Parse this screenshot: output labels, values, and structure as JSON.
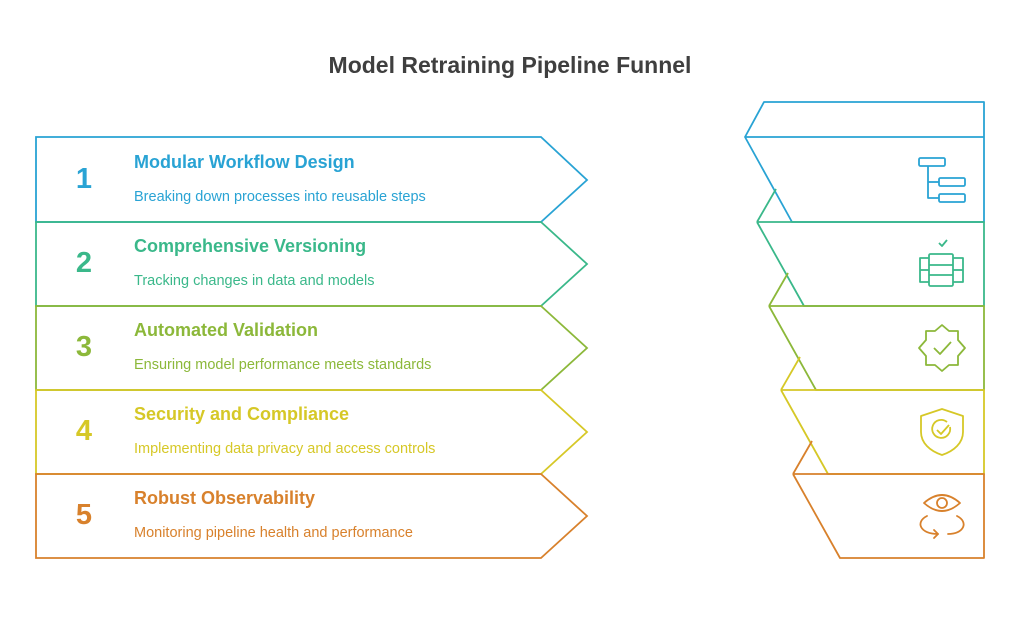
{
  "title": "Model Retraining Pipeline Funnel",
  "steps": [
    {
      "number": "1",
      "title": "Modular Workflow Design",
      "description": "Breaking down processes into reusable steps",
      "color": "#29a3d4",
      "icon": "workflow-icon"
    },
    {
      "number": "2",
      "title": "Comprehensive Versioning",
      "description": "Tracking changes in data and models",
      "color": "#3ab88a",
      "icon": "versioning-icon"
    },
    {
      "number": "3",
      "title": "Automated Validation",
      "description": "Ensuring model performance meets standards",
      "color": "#8cb83a",
      "icon": "validation-badge-icon"
    },
    {
      "number": "4",
      "title": "Security and Compliance",
      "description": "Implementing data privacy and access controls",
      "color": "#d6c827",
      "icon": "security-shield-icon"
    },
    {
      "number": "5",
      "title": "Robust Observability",
      "description": "Monitoring pipeline health and performance",
      "color": "#d8812c",
      "icon": "observability-eye-icon"
    }
  ]
}
